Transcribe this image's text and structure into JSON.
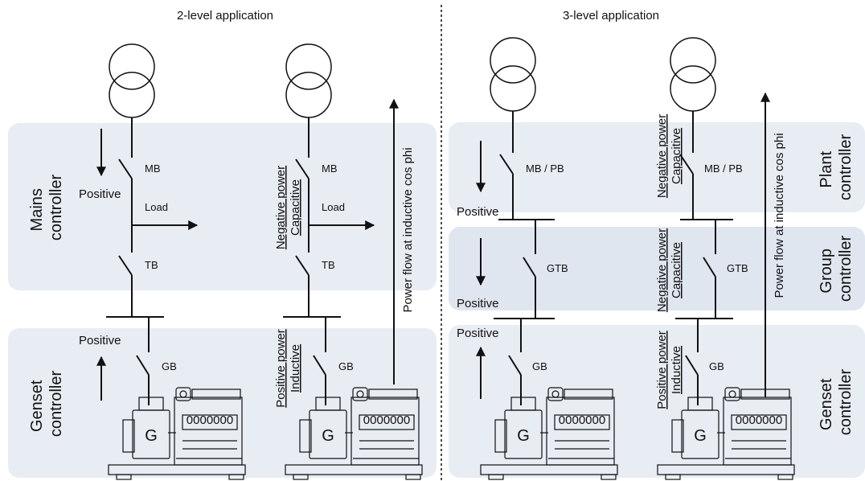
{
  "titles": {
    "two_level": "2-level application",
    "three_level": "3-level application"
  },
  "panels": {
    "mains_controller": [
      "Mains",
      "controller"
    ],
    "genset_controller_left": [
      "Genset",
      "controller"
    ],
    "plant_controller": [
      "Plant",
      "controller"
    ],
    "group_controller": [
      "Group",
      "controller"
    ],
    "genset_controller_right": [
      "Genset",
      "controller"
    ]
  },
  "breakers": {
    "mb": "MB",
    "tb": "TB",
    "gb": "GB",
    "mb_pb": "MB / PB",
    "gtb": "GTB"
  },
  "labels": {
    "positive": "Positive",
    "load": "Load",
    "negative_power": "Negative power",
    "capacitive": "Capacitive",
    "positive_power": "Positive power",
    "inductive": "Inductive",
    "power_flow": "Power flow at inductive cos phi",
    "generator_symbol": "G",
    "engine_display": "0000000"
  },
  "colors": {
    "panel_fill": "#e8ecf3",
    "line": "#111111",
    "text": "#111111"
  }
}
